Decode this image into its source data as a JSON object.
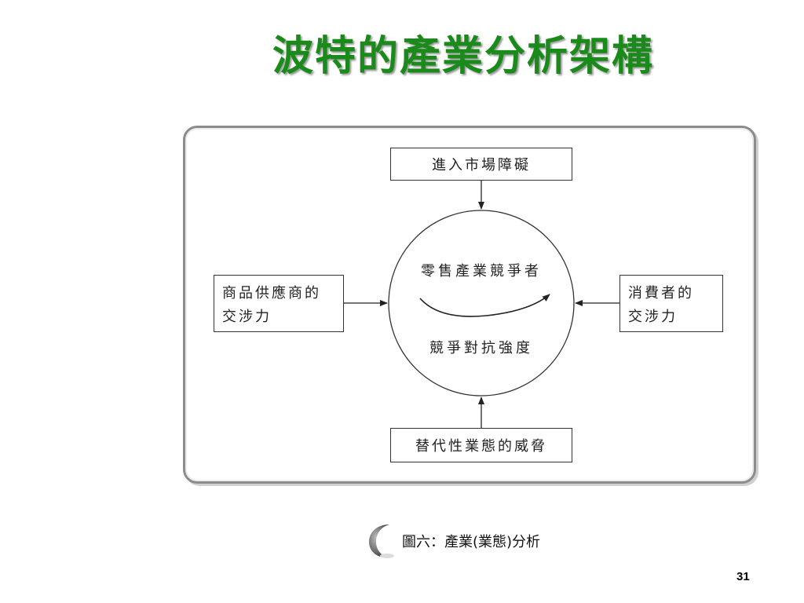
{
  "slide": {
    "title": "波特的產業分析架構",
    "page_number": "31",
    "title_color": "#1a8a1a"
  },
  "diagram": {
    "top_box": "進入市場障礙",
    "left_box": {
      "line1": "商品供應商的",
      "line2": "交涉力"
    },
    "right_box": {
      "line1": "消費者的",
      "line2": "交涉力"
    },
    "bottom_box": "替代性業態的威脅",
    "center_circle": {
      "upper_text": "零售產業競爭者",
      "lower_text": "競爭對抗強度"
    }
  },
  "caption": {
    "text": "圖六：產業(業態)分析",
    "icon": "crescent-moon-icon"
  }
}
